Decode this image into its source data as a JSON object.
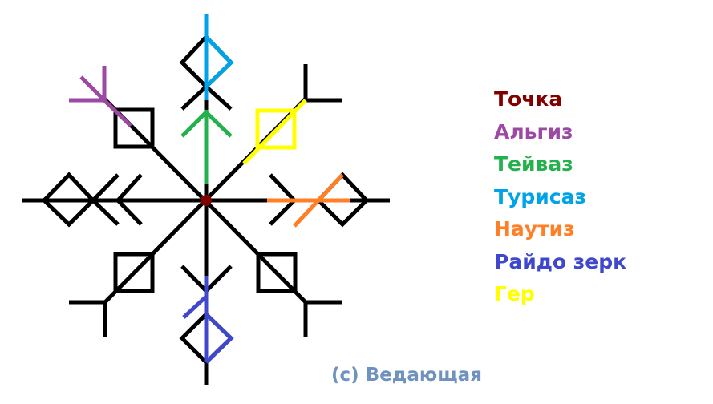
{
  "legend": [
    {
      "label": "Точка",
      "color": "#800000"
    },
    {
      "label": "Альгиз",
      "color": "#9b49a3"
    },
    {
      "label": "Тейваз",
      "color": "#22b14c"
    },
    {
      "label": "Турисаз",
      "color": "#00a2e8"
    },
    {
      "label": "Наутиз",
      "color": "#ff7f27"
    },
    {
      "label": "Райдо зерк",
      "color": "#3f48cc"
    },
    {
      "label": "Гер",
      "color": "#ffff00"
    }
  ],
  "symbol_color": "#000000",
  "copyright": {
    "text": "(c) Ведающая",
    "color": "#7092be"
  }
}
